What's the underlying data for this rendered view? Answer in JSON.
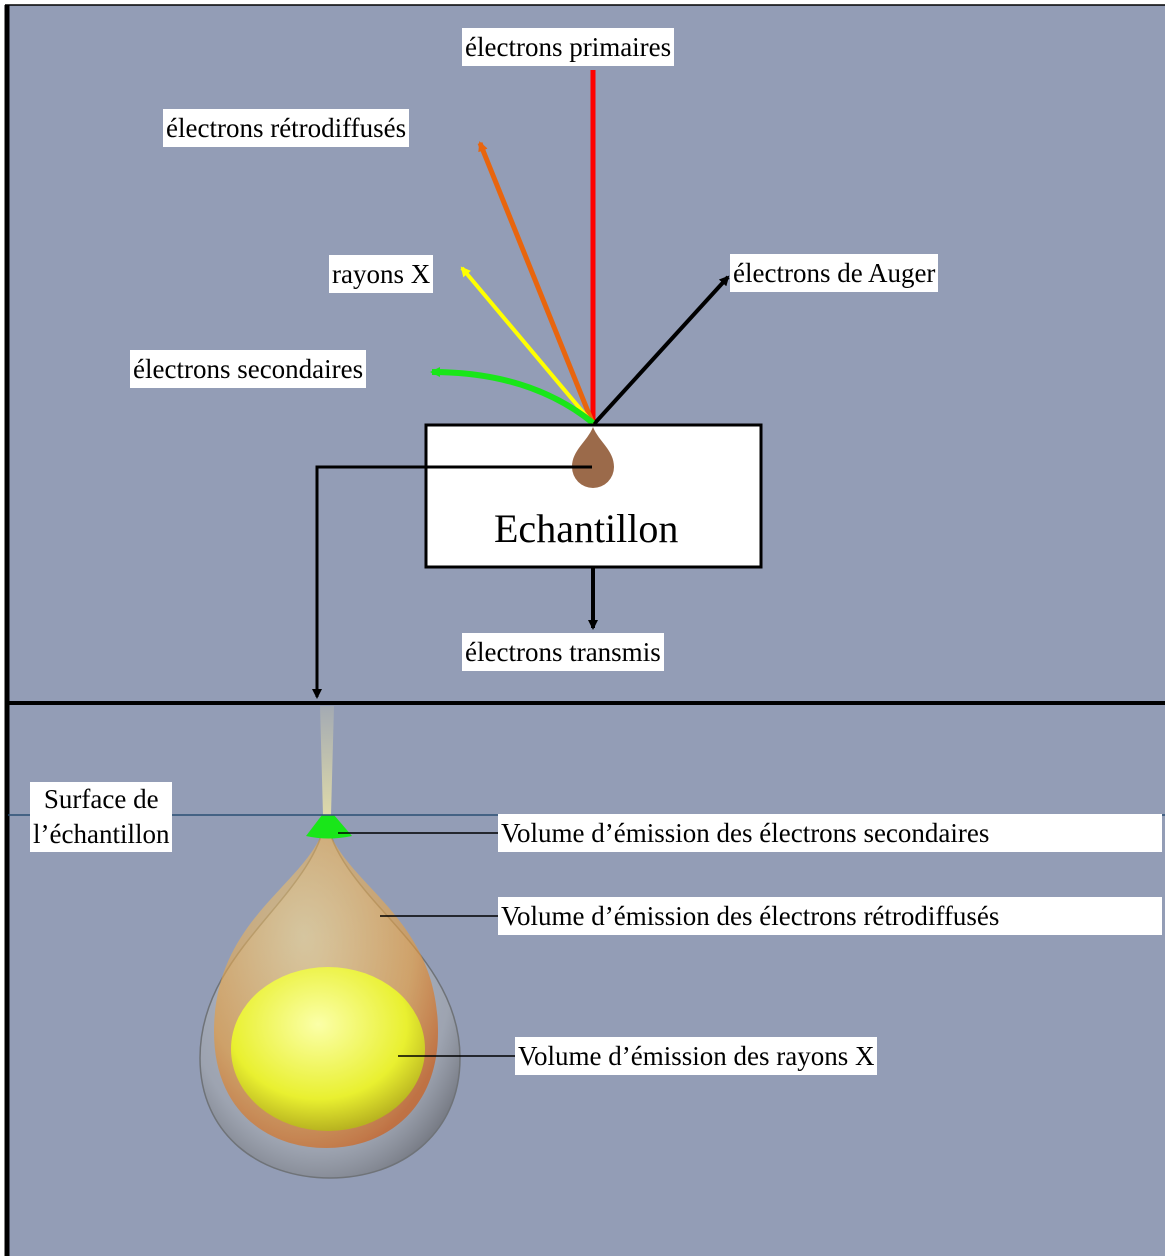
{
  "colors": {
    "background": "#939db6",
    "primary": "#ff0000",
    "backscattered": "#e8650e",
    "xrays": "#ffff00",
    "secondary": "#19e619",
    "auger": "#000000",
    "sample_fill": "#ffffff",
    "interaction_spot": "#9b6a4a"
  },
  "upper": {
    "primary_label": "électrons primaires",
    "backscattered_label": "électrons rétrodiffusés",
    "xrays_label": "rayons X",
    "auger_label": "électrons de Auger",
    "secondary_label": "électrons secondaires",
    "sample_label": "Echantillon",
    "transmitted_label": "électrons transmis"
  },
  "lower": {
    "surface_line1": "Surface de",
    "surface_line2": "l’échantillon",
    "secondary_volume": "Volume d’émission des électrons secondaires",
    "backscattered_volume": "Volume d’émission des électrons rétrodiffusés",
    "xray_volume": "Volume d’émission des rayons X"
  }
}
